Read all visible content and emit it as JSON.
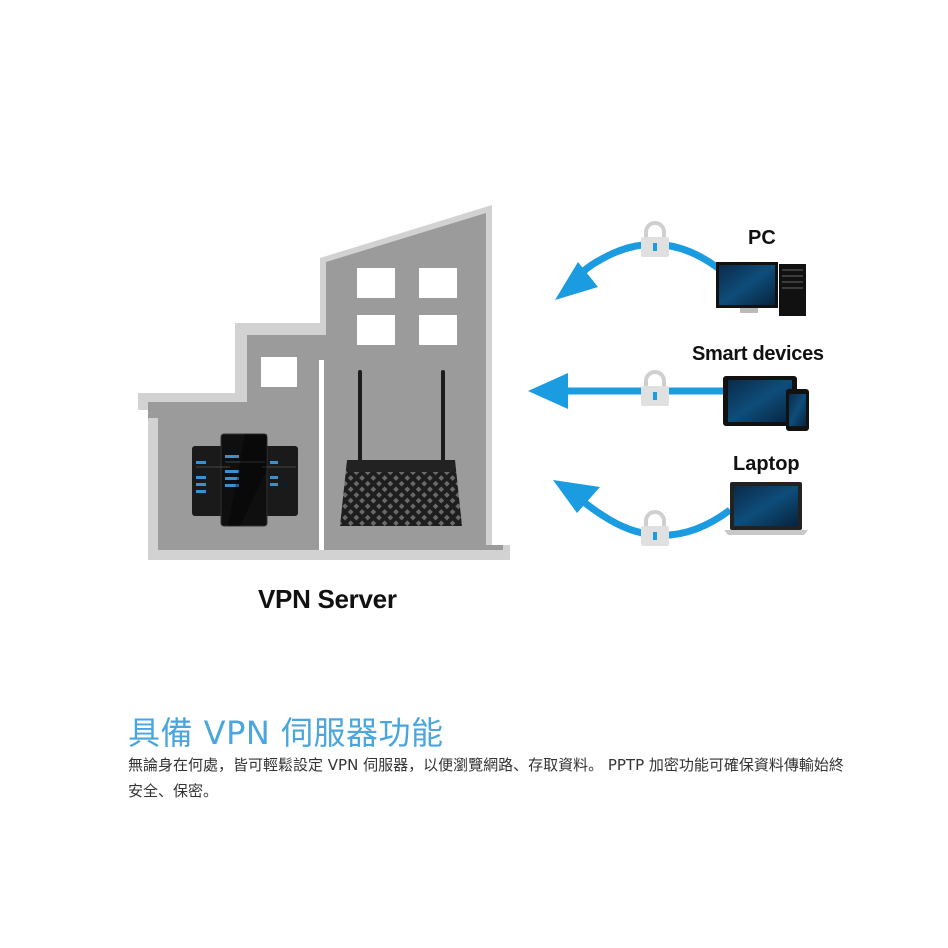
{
  "illustration": {
    "server_label": "VPN Server",
    "clients": [
      {
        "label": "PC",
        "icon": "desktop-pc-icon"
      },
      {
        "label": "Smart devices",
        "icon": "tablet-phone-icon"
      },
      {
        "label": "Laptop",
        "icon": "laptop-icon"
      }
    ],
    "colors": {
      "arrow": "#1b9be0",
      "building": "#9a9a9a",
      "building_outline": "#cfcfcf",
      "lock": "#d9d9d9"
    }
  },
  "feature": {
    "title": "具備 VPN 伺服器功能",
    "description": "無論身在何處，皆可輕鬆設定 VPN 伺服器，以便瀏覽網路、存取資料。 PPTP 加密功能可確保資料傳輸始終安全、保密。",
    "title_color": "#4aa6dc"
  }
}
